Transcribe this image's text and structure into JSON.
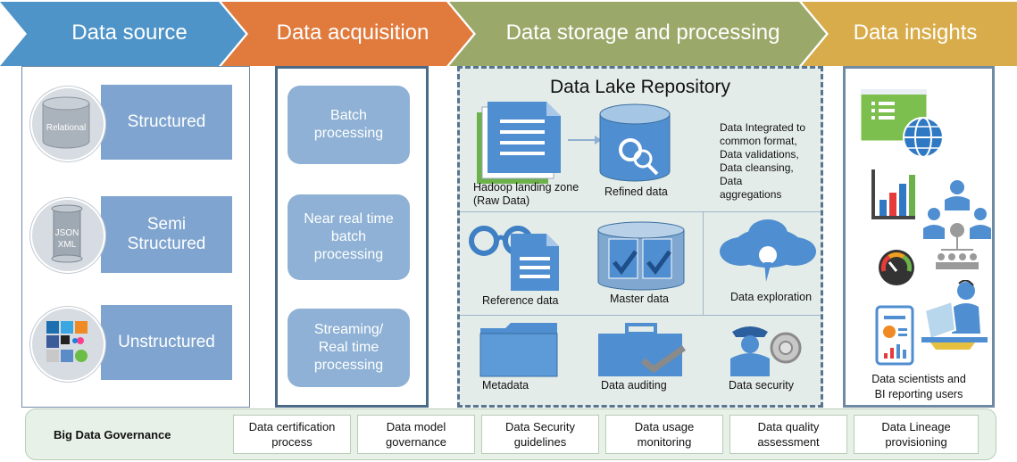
{
  "header": {
    "stages": [
      {
        "label": "Data source",
        "color": "#4e94c8"
      },
      {
        "label": "Data acquisition",
        "color": "#e07b3d"
      },
      {
        "label": "Data storage and processing",
        "color": "#9aa96a"
      },
      {
        "label": "Data insights",
        "color": "#d8ac4a"
      }
    ]
  },
  "data_source": {
    "items": [
      {
        "label": "Structured",
        "icon": "database-icon",
        "icon_text": "Relational"
      },
      {
        "label": "Semi\nStructured",
        "icon": "scroll-icon",
        "icon_text": "JSON\nXML"
      },
      {
        "label": "Unstructured",
        "icon": "social-media-icon"
      }
    ]
  },
  "data_acquisition": {
    "items": [
      {
        "label": "Batch\nprocessing"
      },
      {
        "label": "Near real time\nbatch\nprocessing"
      },
      {
        "label": "Streaming/\nReal time\nprocessing"
      }
    ]
  },
  "data_lake": {
    "title": "Data Lake Repository",
    "landing_zone": "Hadoop landing zone\n(Raw Data)",
    "refined": "Refined data",
    "refined_notes": "Data Integrated to\ncommon format,\nData validations,\nData cleansing,\nData\naggregations",
    "reference": "Reference data",
    "master": "Master data",
    "exploration": "Data exploration",
    "metadata": "Metadata",
    "auditing": "Data auditing",
    "security": "Data security"
  },
  "data_insights": {
    "users_label": "Data scientists and\nBI reporting users"
  },
  "governance": {
    "title": "Big Data Governance",
    "items": [
      "Data certification\nprocess",
      "Data model\ngovernance",
      "Data Security\nguidelines",
      "Data usage\nmonitoring",
      "Data quality\nassessment",
      "Data Lineage\nprovisioning"
    ]
  },
  "colors": {
    "panel_border": "#6f8aa3",
    "source_tab": "#7ea4cf",
    "acquisition_box": "#8eb1d5",
    "lake_bg": "#e4ece9",
    "icon_blue": "#4f8ed0",
    "governance_bg": "#e8f1e8"
  }
}
